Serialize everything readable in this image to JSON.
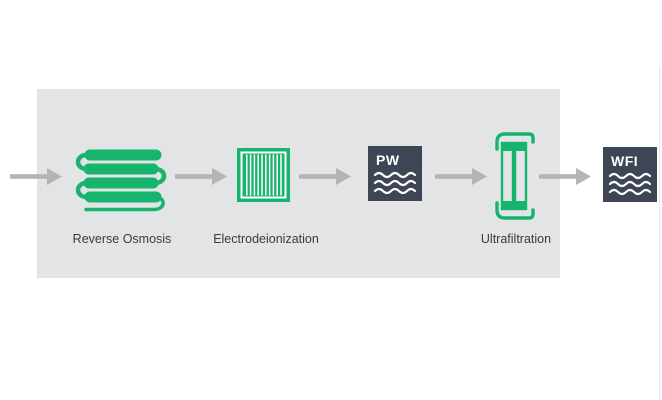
{
  "diagram": {
    "type": "process-flow",
    "stages": [
      {
        "name": "reverse-osmosis",
        "label": "Reverse Osmosis",
        "icon": "membrane-roll-stack-icon"
      },
      {
        "name": "electrodeionization",
        "label": "Electrodeionization",
        "icon": "striped-module-icon"
      },
      {
        "name": "purified-water",
        "badge": "PW",
        "icon": "water-waves-icon"
      },
      {
        "name": "ultrafiltration",
        "label": "Ultrafiltration",
        "icon": "filter-cartridges-icon"
      },
      {
        "name": "water-for-injection",
        "badge": "WFI",
        "icon": "water-waves-icon"
      }
    ]
  },
  "colors": {
    "page-bg": "#ffffff",
    "panel-bg": "#e3e4e6",
    "accent-green": "#16b46c",
    "box-dark": "#3e4655",
    "arrow-gray": "#b2b4b6",
    "label-text": "#3b3b3b",
    "icon-white": "#ffffff"
  }
}
